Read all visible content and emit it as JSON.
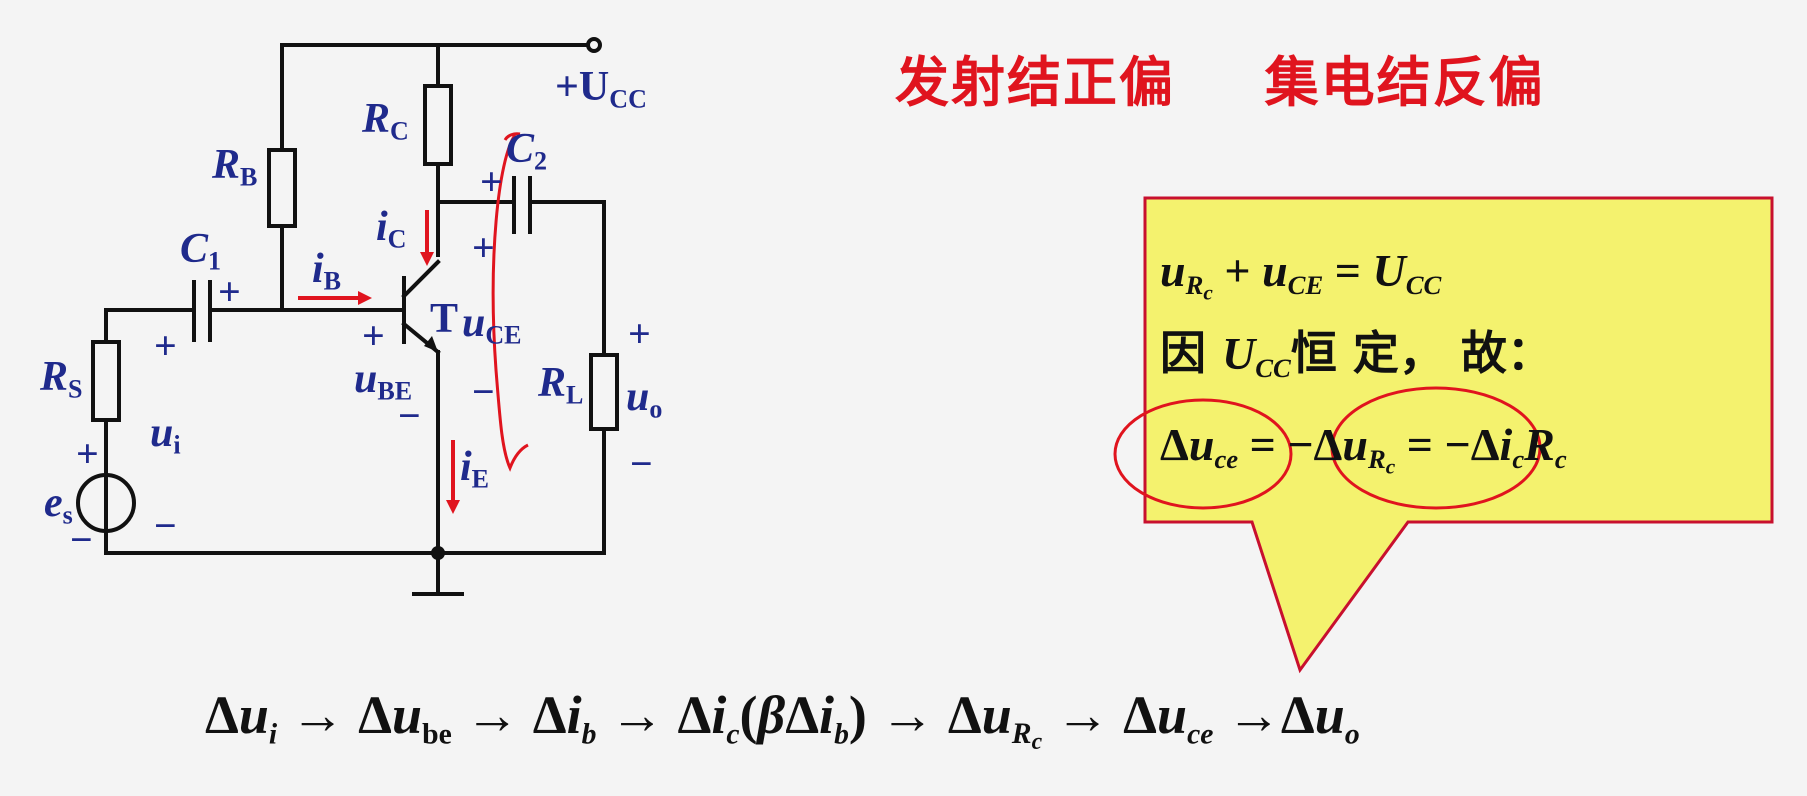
{
  "heading": {
    "left": "发射结正偏",
    "right": "集电结反偏"
  },
  "circuit": {
    "supply": "+U",
    "supply_sub": "CC",
    "rc": "R",
    "rc_sub": "C",
    "rb": "R",
    "rb_sub": "B",
    "c1": "C",
    "c1_sub": "1",
    "c2": "C",
    "c2_sub": "2",
    "rs": "R",
    "rs_sub": "S",
    "rl": "R",
    "rl_sub": "L",
    "ib": "i",
    "ib_sub": "B",
    "ic": "i",
    "ic_sub": "C",
    "ie": "i",
    "ie_sub": "E",
    "ube": "u",
    "ube_sub": "BE",
    "uce": "u",
    "uce_sub": "CE",
    "transistor": "T",
    "ui": "u",
    "ui_sub": "i",
    "uo": "u",
    "uo_sub": "o",
    "es": "e",
    "es_sub": "s",
    "plus": "+",
    "minus": "−"
  },
  "callout": {
    "line1": {
      "a": "u",
      "a_sub": "R",
      "a_subsub": "c",
      "op1": " + ",
      "b": "u",
      "b_sub": "CE",
      "op2": " = ",
      "c": "U",
      "c_sub": "CC"
    },
    "line2": {
      "pre": "因 ",
      "u": "U",
      "u_sub": "CC",
      "post": "恒 定， 故："
    },
    "line3": {
      "d1": "Δ",
      "u1": "u",
      "u1_sub": "ce",
      "eq1": " = ",
      "neg": "−Δ",
      "u2": "u",
      "u2_sub": "R",
      "u2_subsub": "c",
      "eq2": " = −Δ",
      "i": "i",
      "i_sub": "c",
      "r": "R",
      "r_sub": "c"
    }
  },
  "chain": {
    "t1": "Δ",
    "v1": "u",
    "s1": "i",
    "a1": " → Δ",
    "v2": "u",
    "s2": "be",
    "a2": " → Δ",
    "v3": "i",
    "s3": "b",
    "a3": " → Δ",
    "v4": "i",
    "s4": "c",
    "paren_open": "(",
    "beta": "β",
    "delta": "Δ",
    "v5": "i",
    "s5": "b",
    "paren_close": ")",
    "a4": " → Δ",
    "v6": "u",
    "s6": "R",
    "s6b": "c",
    "a5": " → Δ",
    "v7": "u",
    "s7": "ce",
    "a6": " →Δ",
    "v8": "u",
    "s8": "o"
  },
  "colors": {
    "wire": "#111111",
    "label": "#1f2a8c",
    "current_arrow": "#e0141e",
    "heading": "#e0141e",
    "callout_fill": "#f4f26e",
    "callout_border": "#c8102e"
  }
}
